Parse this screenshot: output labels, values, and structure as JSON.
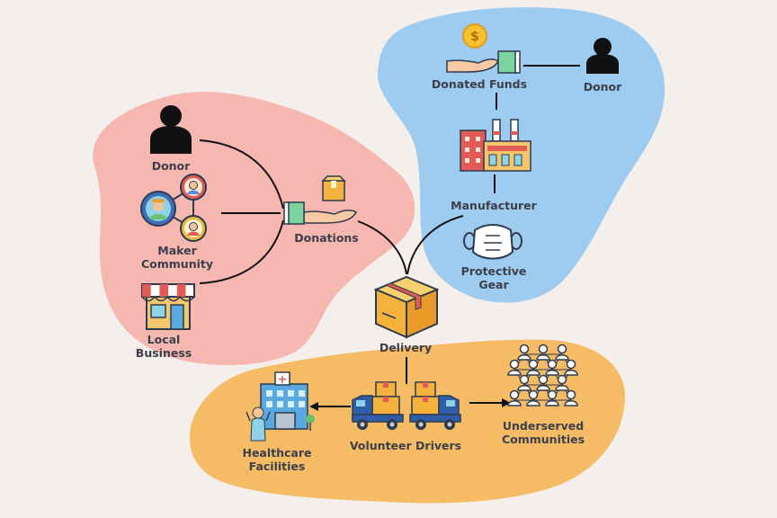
{
  "colors": {
    "background": "#f5efec",
    "donor_region": "#f7b7b1",
    "manufacturer_region": "#9ecbf0",
    "delivery_region": "#f6bc65",
    "text": "#3a3f4a"
  },
  "nodes": {
    "donor_left": {
      "label": "Donor",
      "icon": "person-icon"
    },
    "maker_community": {
      "label_line1": "Maker",
      "label_line2": "Community",
      "icon": "network-people-icon"
    },
    "local_business": {
      "label_line1": "Local",
      "label_line2": "Business",
      "icon": "storefront-icon"
    },
    "donations": {
      "label": "Donations",
      "icon": "hand-with-box-icon"
    },
    "donated_funds": {
      "label": "Donated Funds",
      "icon": "hand-with-coin-icon"
    },
    "donor_right": {
      "label": "Donor",
      "icon": "person-icon"
    },
    "manufacturer": {
      "label": "Manufacturer",
      "icon": "factory-icon"
    },
    "protective_gear": {
      "label_line1": "Protective",
      "label_line2": "Gear",
      "icon": "face-mask-icon"
    },
    "delivery": {
      "label": "Delivery",
      "icon": "box-icon"
    },
    "healthcare": {
      "label_line1": "Healthcare",
      "label_line2": "Facilities",
      "icon": "hospital-icon"
    },
    "volunteer_drivers": {
      "label": "Volunteer Drivers",
      "icon": "truck-icon"
    },
    "underserved": {
      "label_line1": "Underserved",
      "label_line2": "Communities",
      "icon": "crowd-icon"
    }
  },
  "coin_symbol": "$",
  "hospital_symbol": "+"
}
